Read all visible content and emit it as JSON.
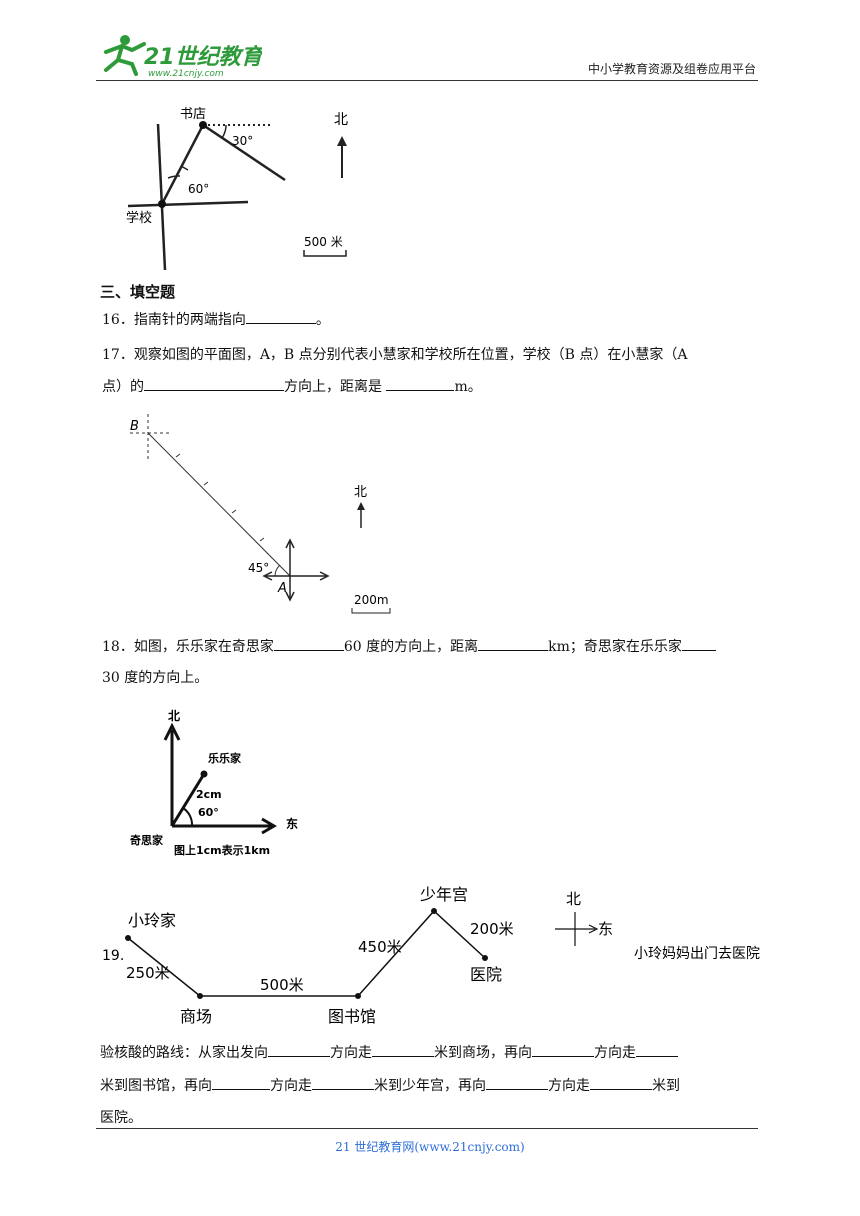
{
  "header": {
    "logo_text": "21世纪教育",
    "logo_sub": "www.21cnjy.com",
    "right_text": "中小学教育资源及组卷应用平台"
  },
  "fig_top": {
    "bookstore": "书店",
    "school": "学校",
    "angle_top": "30°",
    "angle_bottom": "60°",
    "north": "北",
    "scale": "500 米"
  },
  "section": {
    "title": "三、填空题"
  },
  "q16": {
    "text": "16．指南针的两端指向",
    "end": "。"
  },
  "q17": {
    "line1": "17．观察如图的平面图，A，B 点分别代表小慧家和学校所在位置，学校（B 点）在小慧家（A",
    "line2_a": "点）的",
    "line2_b": "方向上，距离是 ",
    "line2_c": "m。"
  },
  "fig17": {
    "b_label": "B",
    "a_label": "A",
    "angle": "45°",
    "north": "北",
    "scale": "200m"
  },
  "q18": {
    "line1_a": "18．如图，乐乐家在奇思家",
    "line1_b": "60 度的方向上，距离",
    "line1_c": "km；奇思家在乐乐家",
    "line2": "30 度的方向上。"
  },
  "fig18": {
    "north": "北",
    "east": "东",
    "lele": "乐乐家",
    "qisi": "奇思家",
    "dist": "2cm",
    "angle": "60°",
    "scale": "图上1cm表示1km"
  },
  "q19": {
    "num": "19.",
    "home": "小玲家",
    "mall": "商场",
    "library": "图书馆",
    "palace": "少年宫",
    "hospital": "医院",
    "d1": "250米",
    "d2": "500米",
    "d3": "450米",
    "d4": "200米",
    "north": "北",
    "east": "东",
    "side_text": "小玲妈妈出门去医院",
    "line1_a": "验核酸的路线：从家出发向",
    "line1_b": "方向走",
    "line1_c": "米到商场，再向",
    "line1_d": "方向走",
    "line2_a": "米到图书馆，再向",
    "line2_b": "方向走",
    "line2_c": "米到少年宫，再向",
    "line2_d": "方向走",
    "line2_e": "米到",
    "line3": "医院。"
  },
  "footer": {
    "text": "21 世纪教育网(www.21cnjy.com)"
  }
}
